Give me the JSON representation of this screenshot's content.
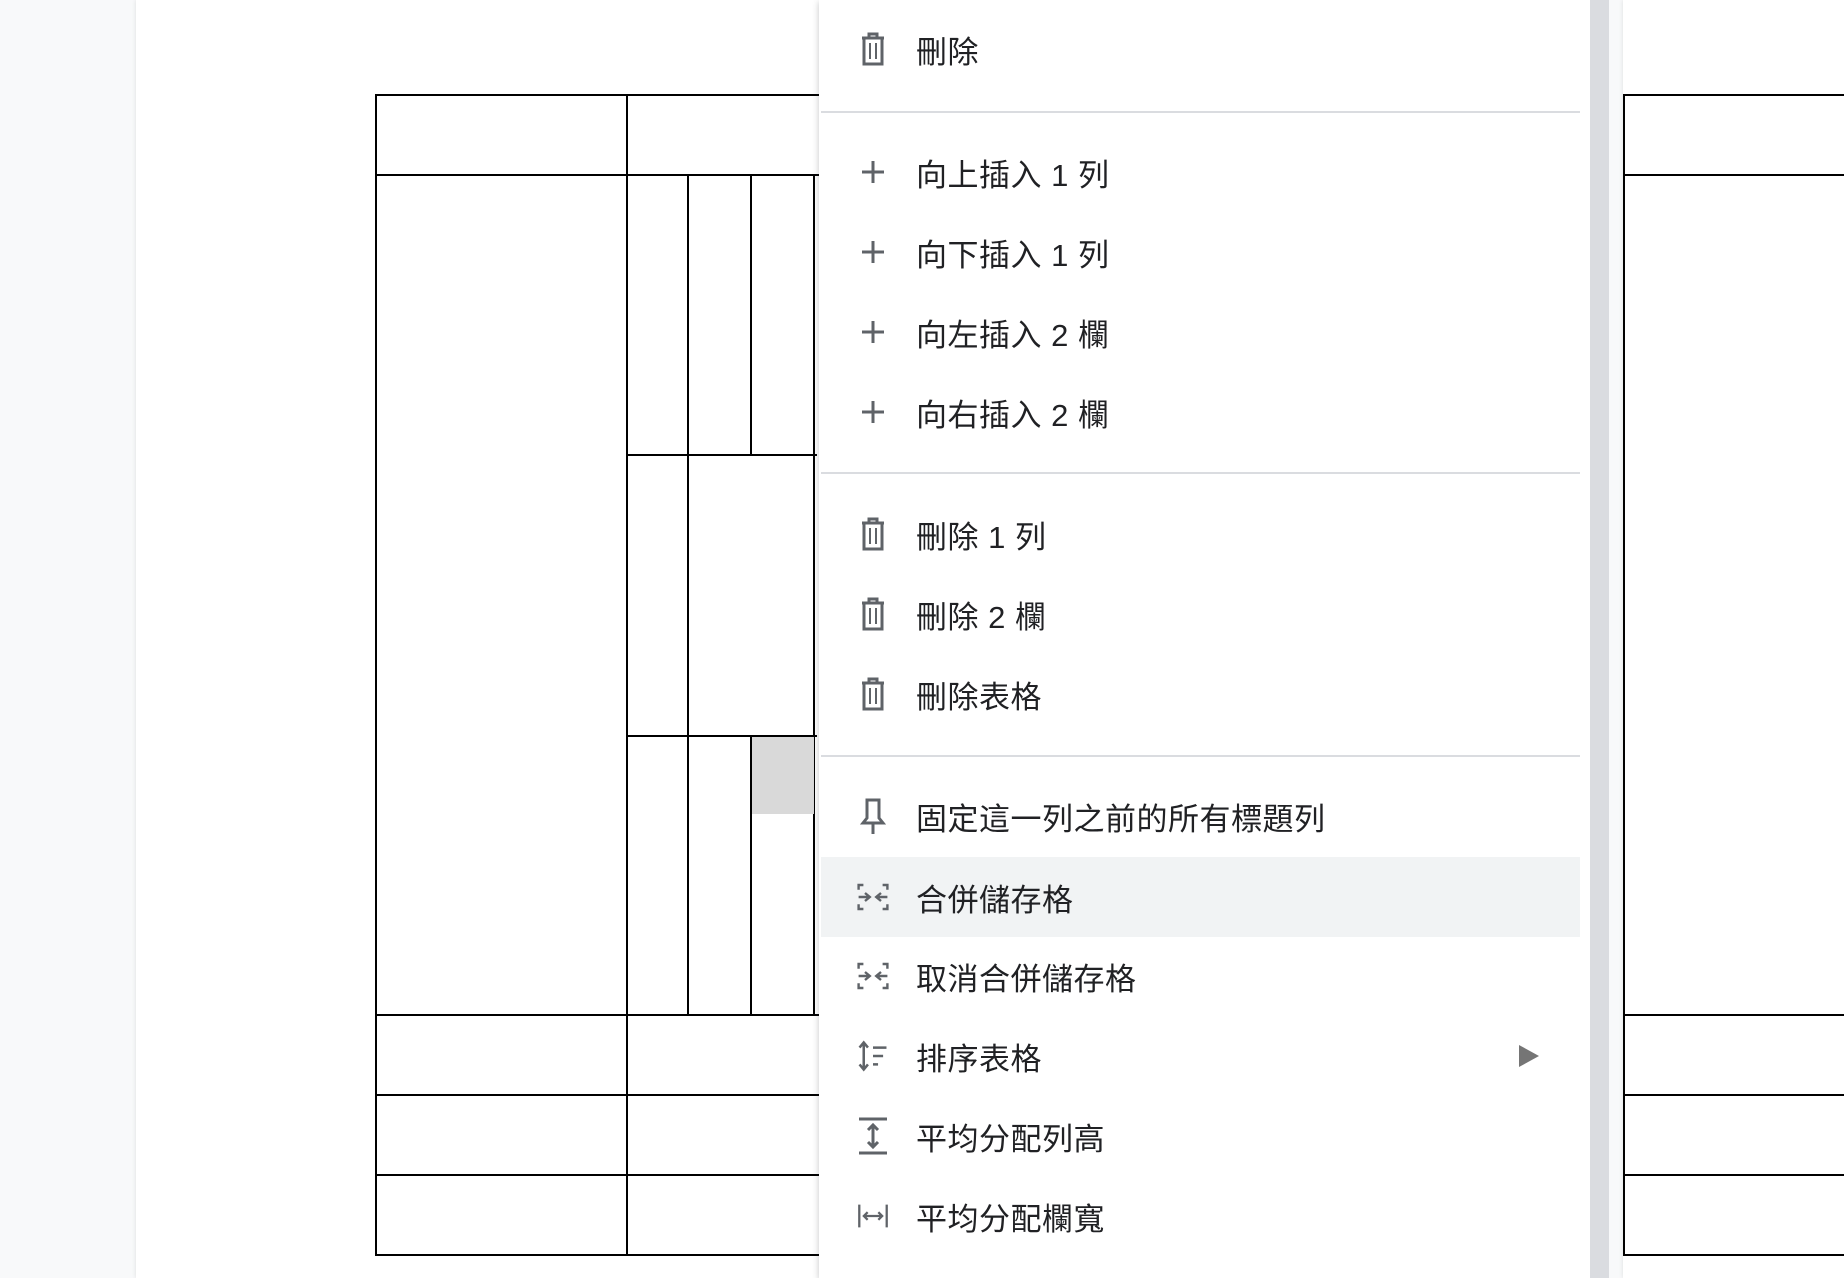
{
  "menu": {
    "items": [
      {
        "label": "刪除",
        "icon": "trash-icon"
      },
      {
        "label": "向上插入 1 列",
        "icon": "plus-icon"
      },
      {
        "label": "向下插入 1 列",
        "icon": "plus-icon"
      },
      {
        "label": "向左插入 2 欄",
        "icon": "plus-icon"
      },
      {
        "label": "向右插入 2 欄",
        "icon": "plus-icon"
      },
      {
        "label": "刪除 1 列",
        "icon": "trash-icon"
      },
      {
        "label": "刪除 2 欄",
        "icon": "trash-icon"
      },
      {
        "label": "刪除表格",
        "icon": "trash-icon"
      },
      {
        "label": "固定這一列之前的所有標題列",
        "icon": "pin-icon"
      },
      {
        "label": "合併儲存格",
        "icon": "merge-cells-icon"
      },
      {
        "label": "取消合併儲存格",
        "icon": "unmerge-cells-icon"
      },
      {
        "label": "排序表格",
        "icon": "sort-icon"
      },
      {
        "label": "平均分配列高",
        "icon": "distribute-rows-icon"
      },
      {
        "label": "平均分配欄寬",
        "icon": "distribute-columns-icon"
      }
    ],
    "highlight_color": "#f1f3f4"
  }
}
